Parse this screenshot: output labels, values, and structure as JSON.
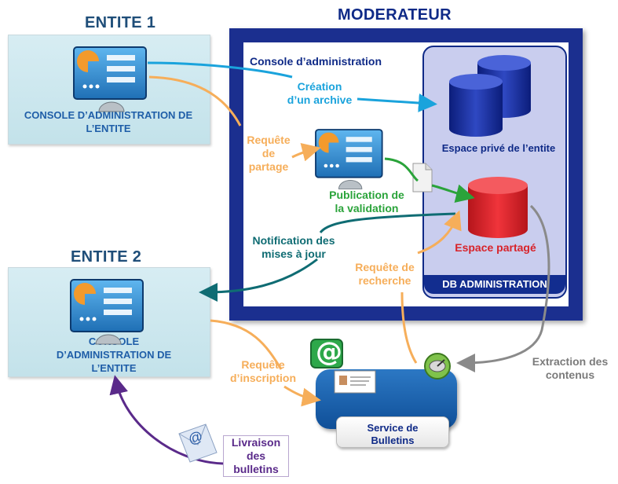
{
  "moderator": {
    "title": "MODERATEUR",
    "console_label": "Console d’administration",
    "db_footer": "DB ADMINISTRATION",
    "private_space": "Espace privé de l’entite",
    "shared_space": "Espace partagé"
  },
  "entity1": {
    "title": "ENTITE 1",
    "label_line1": "CONSOLE D’ADMINISTRATION DE",
    "label_line2": "L’ENTITE"
  },
  "entity2": {
    "title": "ENTITE 2",
    "label_line1": "CONSOLE",
    "label_line2": "D’ADMINISTRATION DE",
    "label_line3": "L’ENTITE"
  },
  "flows": {
    "creation_line1": "Création",
    "creation_line2": "d’un archive",
    "partage_line1": "Requête",
    "partage_line2": "de",
    "partage_line3": "partage",
    "publication_line1": "Publication de",
    "publication_line2": "la validation",
    "notification_line1": "Notification des",
    "notification_line2": "mises à jour",
    "recherche_line1": "Requête de",
    "recherche_line2": "recherche",
    "inscription_line1": "Requête",
    "inscription_line2": "d’inscription",
    "extraction_line1": "Extraction des",
    "extraction_line2": "contenus",
    "livraison_line1": "Livraison",
    "livraison_line2": "des",
    "livraison_line3": "bulletins"
  },
  "service": {
    "label_line1": "Service de",
    "label_line2": "Bulletins"
  },
  "icons": {
    "email_symbol": "@",
    "envelope_symbol": "@"
  },
  "colors": {
    "navy": "#0f2a87",
    "cyan": "#1aa3dc",
    "orange": "#f6ae5a",
    "green": "#2aa33a",
    "teal": "#0f6c73",
    "gray": "#7b7b7b",
    "purple": "#5a2a8a",
    "red": "#d8232a"
  }
}
